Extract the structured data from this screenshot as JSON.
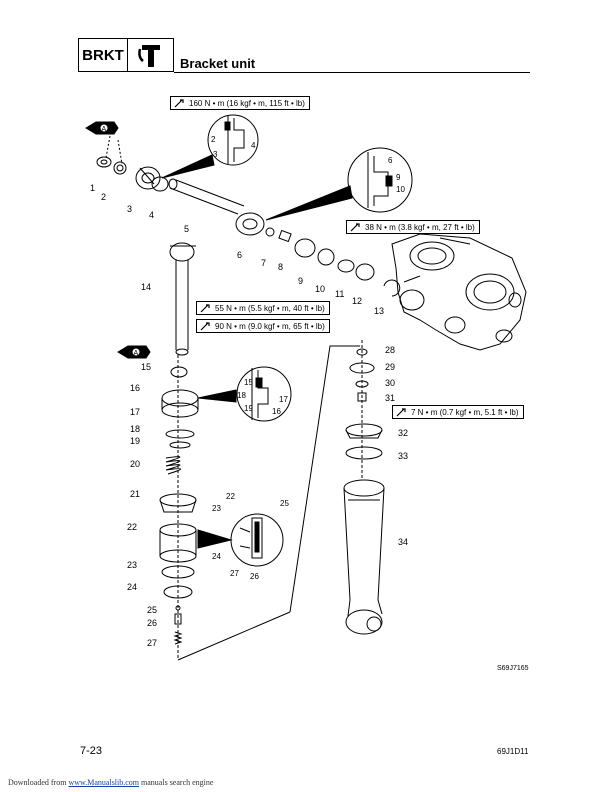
{
  "header": {
    "section_code": "BRKT",
    "section_icon": "bracket-unit-icon",
    "title": "Bracket unit"
  },
  "torque_specs": [
    "160 N • m (16 kgf • m, 115 ft • lb)",
    "38 N • m (3.8 kgf • m, 27 ft • lb)",
    "55 N • m (5.5 kgf • m, 40 ft • lb)",
    "90 N • m (9.0 kgf • m, 65 ft • lb)",
    "7 N • m (0.7 kgf • m, 5.1 ft • lb)"
  ],
  "callouts": [
    "1",
    "2",
    "3",
    "4",
    "5",
    "6",
    "7",
    "8",
    "9",
    "10",
    "11",
    "12",
    "13",
    "14",
    "15",
    "16",
    "17",
    "18",
    "19",
    "20",
    "21",
    "22",
    "23",
    "24",
    "25",
    "26",
    "27",
    "28",
    "29",
    "30",
    "31",
    "32",
    "33",
    "34"
  ],
  "detail_callouts": {
    "detail_a": [
      "2",
      "3",
      "4"
    ],
    "detail_b": [
      "6",
      "9",
      "10"
    ],
    "detail_c": [
      "15",
      "18",
      "19",
      "17",
      "16"
    ],
    "detail_d": [
      "22",
      "23",
      "25",
      "24",
      "27",
      "26"
    ]
  },
  "lubricant_symbol": "A",
  "figure_code": "S69J7165",
  "footer": {
    "page_number": "7-23",
    "doc_code": "69J1D11",
    "download_prefix": "Downloaded from",
    "download_link": "www.Manualslib.com",
    "download_suffix": "manuals search engine"
  }
}
